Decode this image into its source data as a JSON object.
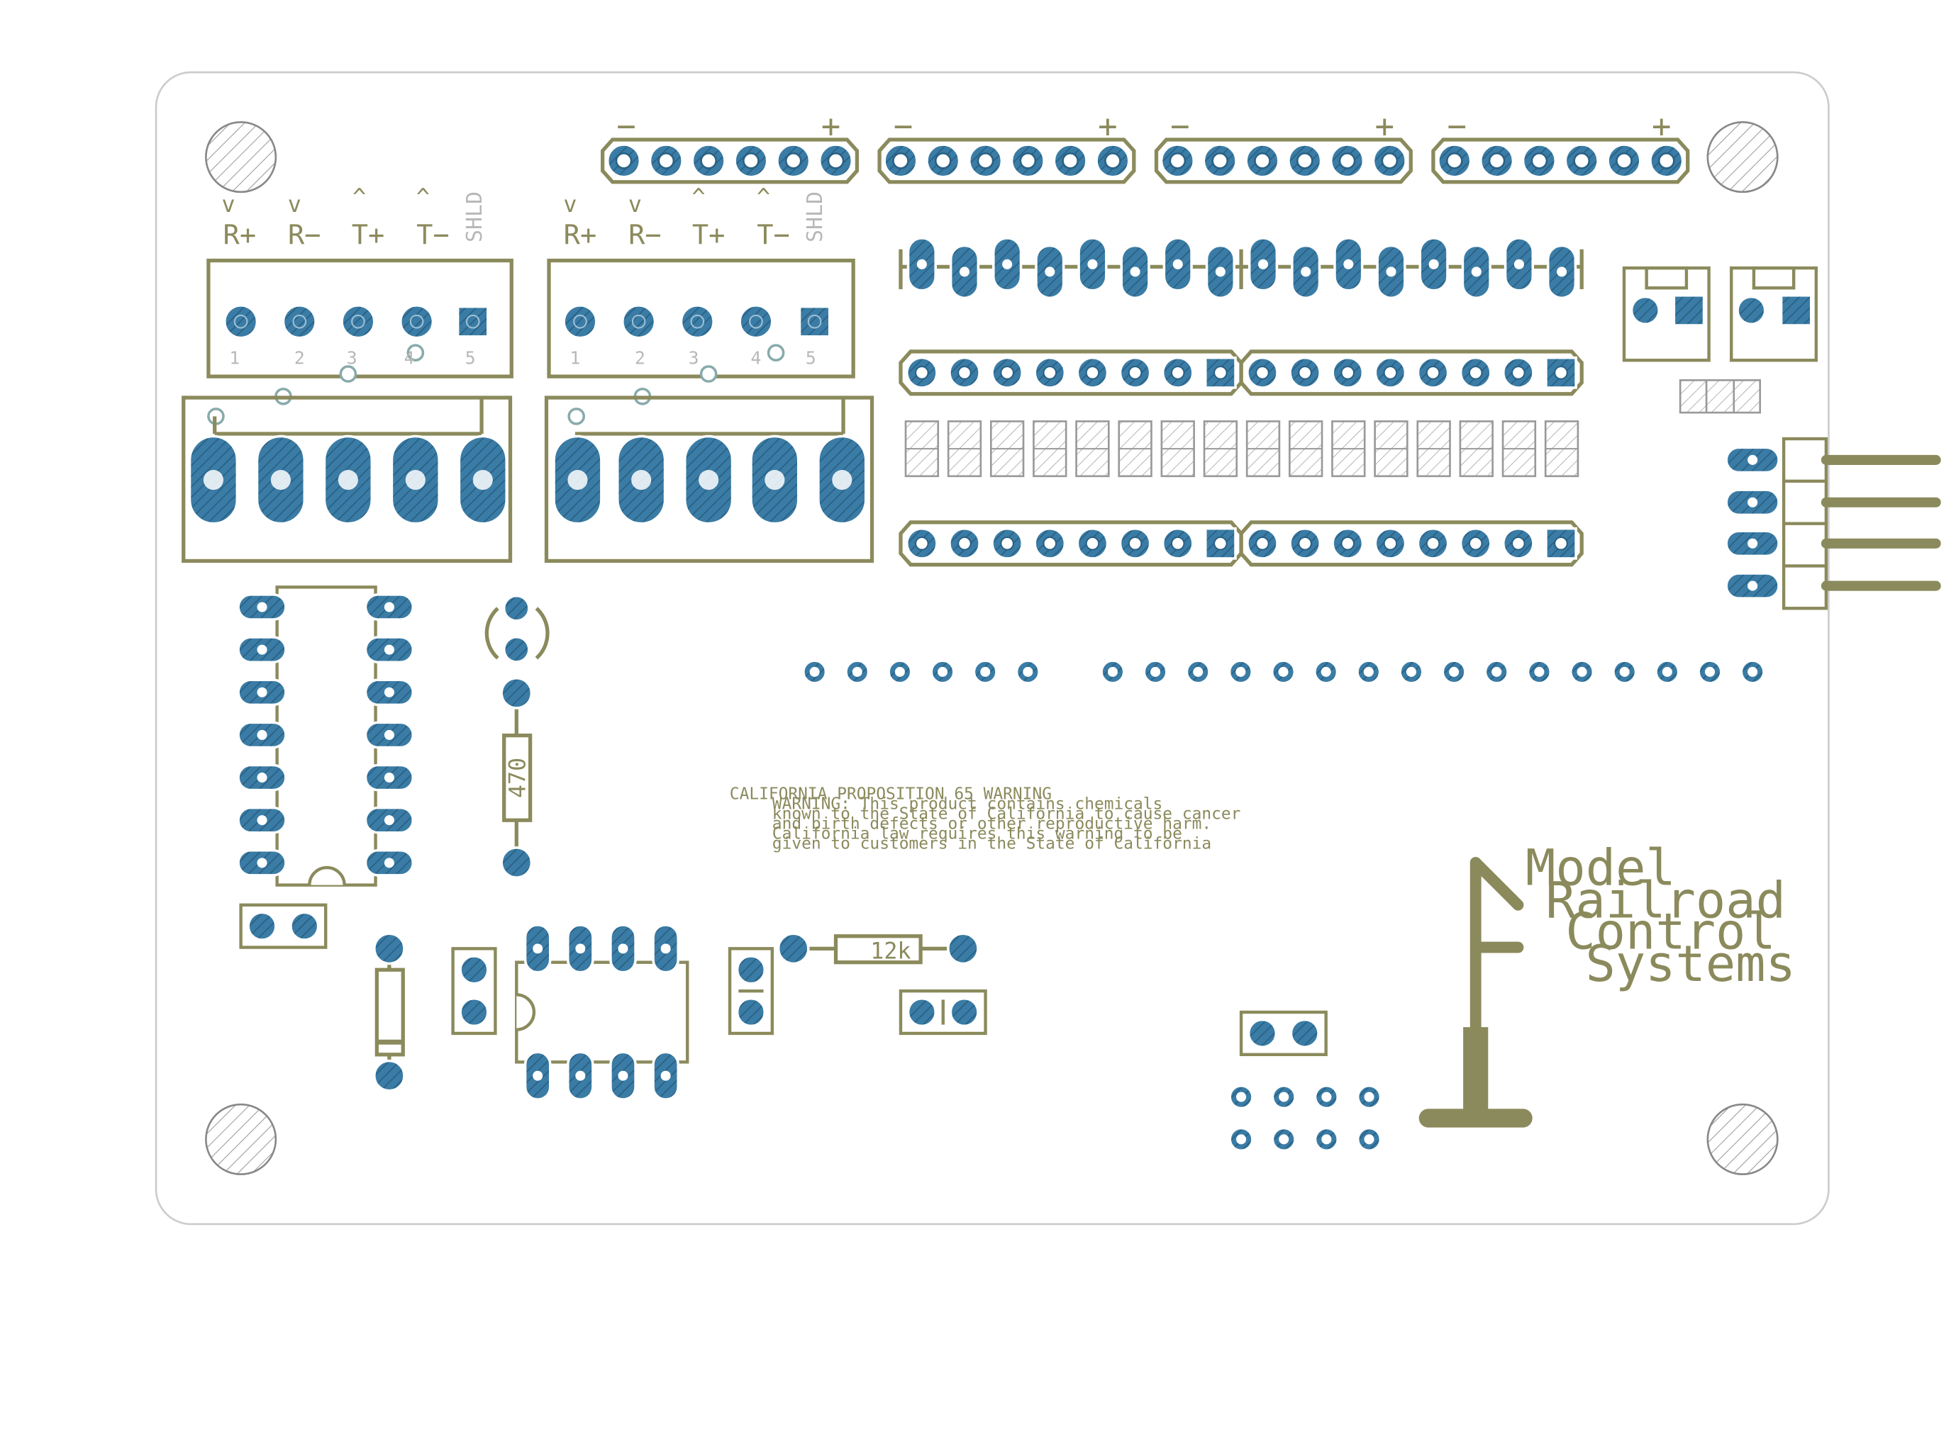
{
  "colors": {
    "silkscreen": "#8b8a5c",
    "pad": "#3a7ca5",
    "pad_hatch": "#2c6688",
    "outline": "#cccccc",
    "hole": "#888888",
    "pin_number": "#b0b0b0"
  },
  "terminal_block_1": {
    "labels": [
      "R+",
      "R−",
      "T+",
      "T−",
      "SHLD"
    ],
    "arrows": [
      "v",
      "v",
      "^",
      "^"
    ],
    "pin_numbers": [
      "1",
      "2",
      "3",
      "4",
      "5"
    ]
  },
  "terminal_block_2": {
    "labels": [
      "R+",
      "R−",
      "T+",
      "T−",
      "SHLD"
    ],
    "arrows": [
      "v",
      "v",
      "^",
      "^"
    ],
    "pin_numbers": [
      "1",
      "2",
      "3",
      "4",
      "5"
    ]
  },
  "power_header_polarity": {
    "minus": "−",
    "plus": "+"
  },
  "resistor_470": "470",
  "resistor_12k": "12k",
  "warning_text": [
    "CALIFORNIA PROPOSITION 65 WARNING",
    "WARNING: This product contains chemicals",
    "known to the State of California to cause cancer",
    "and birth defects or other reproductive harm.",
    "California law requires this warning to be",
    "given to customers in the State of California"
  ],
  "logo_text": [
    "Model",
    "Railroad",
    "Control",
    "Systems"
  ],
  "icons": {
    "mounting_hole": "mounting-hole-icon",
    "semaphore": "semaphore-signal-icon"
  }
}
